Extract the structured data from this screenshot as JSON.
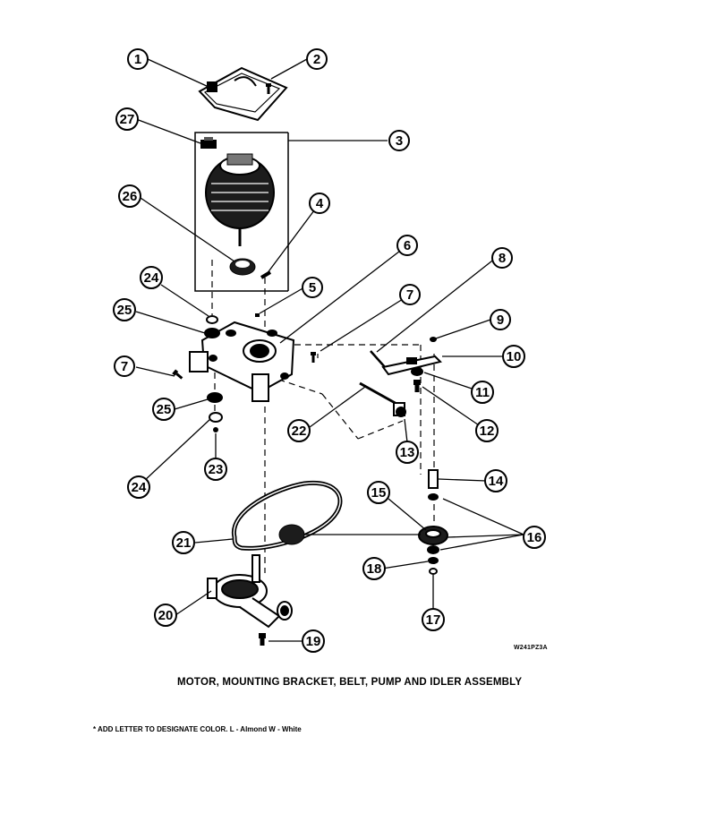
{
  "diagram": {
    "ref_code": "W241PZ3A",
    "title": "MOTOR, MOUNTING BRACKET, BELT, PUMP AND IDLER ASSEMBLY",
    "footnote": "* ADD LETTER TO DESIGNATE COLOR.  L - Almond  W - White",
    "callouts": [
      "1",
      "2",
      "3",
      "4",
      "5",
      "6",
      "7",
      "8",
      "9",
      "10",
      "11",
      "12",
      "13",
      "14",
      "15",
      "16",
      "17",
      "18",
      "19",
      "20",
      "21",
      "22",
      "23",
      "24",
      "25",
      "26",
      "27",
      "7",
      "24",
      "25"
    ]
  }
}
